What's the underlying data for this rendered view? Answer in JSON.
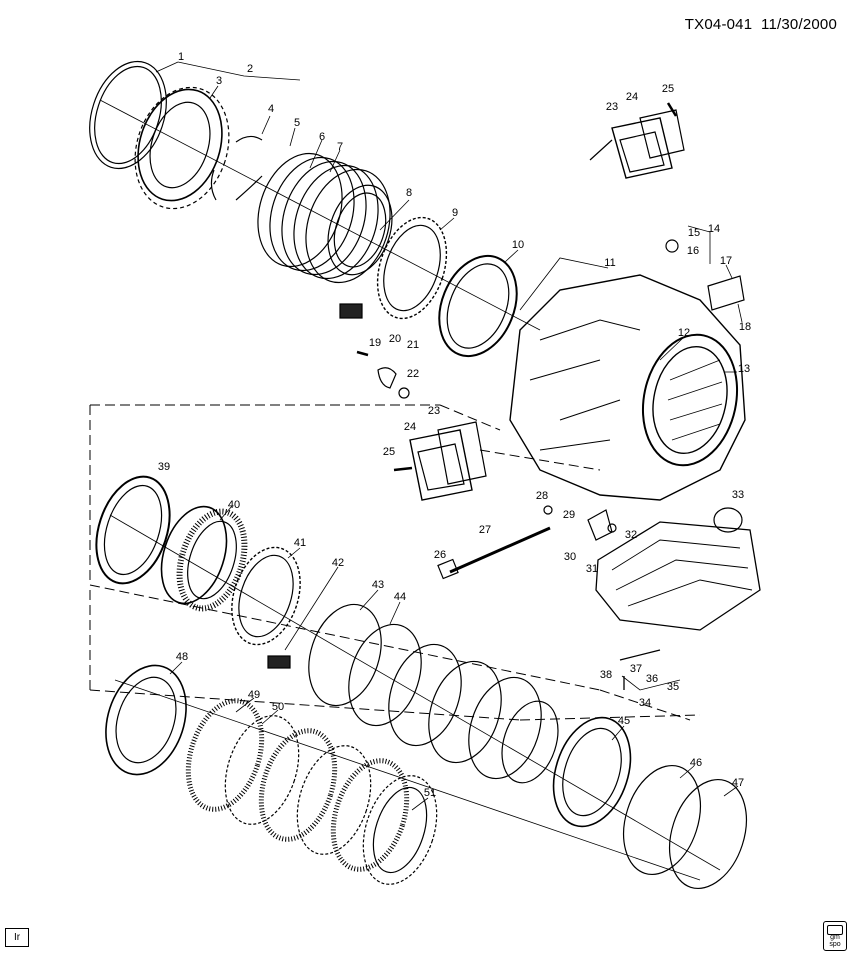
{
  "header": {
    "id": "TX04-041",
    "date": "11/30/2000"
  },
  "corner_badge": "Ir",
  "logo_text": "gm spo",
  "callouts": [
    "1",
    "2",
    "3",
    "4",
    "5",
    "6",
    "7",
    "8",
    "9",
    "10",
    "11",
    "12",
    "13",
    "14",
    "15",
    "16",
    "17",
    "18",
    "19",
    "20",
    "21",
    "22",
    "23",
    "23",
    "24",
    "24",
    "25",
    "25",
    "26",
    "27",
    "28",
    "29",
    "30",
    "31",
    "32",
    "33",
    "34",
    "35",
    "36",
    "37",
    "38",
    "39",
    "40",
    "41",
    "42",
    "43",
    "44",
    "45",
    "46",
    "47",
    "48",
    "49",
    "50",
    "51"
  ]
}
